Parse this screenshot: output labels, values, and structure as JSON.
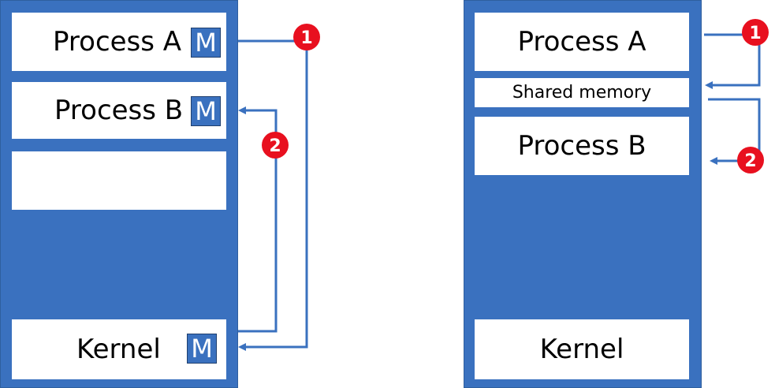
{
  "colors": {
    "blue": "#3a71bf",
    "arrow": "#3a71bf",
    "step_marker": "#e8101f"
  },
  "left": {
    "process_a": "Process A",
    "process_b": "Process B",
    "kernel": "Kernel",
    "memory_marker": "M"
  },
  "right": {
    "process_a": "Process A",
    "shared_memory": "Shared memory",
    "process_b": "Process B",
    "kernel": "Kernel"
  },
  "steps": [
    "1",
    "2"
  ]
}
